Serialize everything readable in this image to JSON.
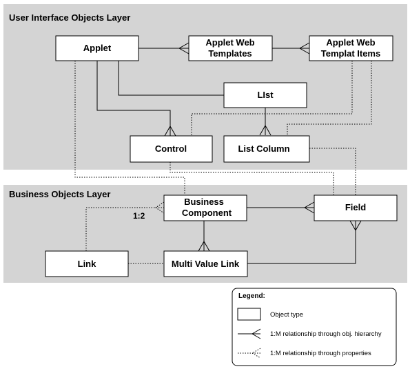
{
  "layers": {
    "ui": "User Interface Objects Layer",
    "business": "Business Objects Layer"
  },
  "boxes": {
    "applet": [
      "Applet"
    ],
    "applet_web_templates": [
      "Applet Web",
      "Templates"
    ],
    "applet_web_template_items": [
      "Applet Web",
      "Templat Items"
    ],
    "list": [
      "LIst"
    ],
    "control": [
      "Control"
    ],
    "list_column": [
      "List Column"
    ],
    "business_component": [
      "Business",
      "Component"
    ],
    "field": [
      "Field"
    ],
    "link": [
      "Link"
    ],
    "multi_value_link": [
      "Multi Value Link"
    ]
  },
  "cardinality": "1:2",
  "legend": {
    "title": "Legend:",
    "object_type": "Object type",
    "hierarchy": "1:M relationship through obj. hierarchy",
    "properties": "1:M relationship through properties"
  },
  "colors": {
    "layer_fill": "#d4d4d4",
    "box_fill": "#ffffff",
    "stroke": "#000000"
  }
}
